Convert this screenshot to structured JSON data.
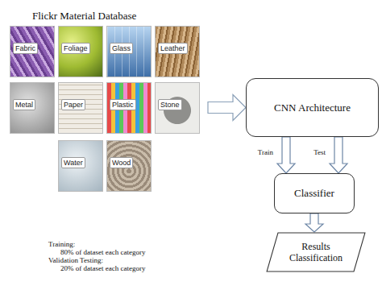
{
  "diagram": {
    "nodes": [
      {
        "text": [
          "Flickr Material Database"
        ]
      },
      {
        "text": [
          "Fabric"
        ],
        "in": 0
      },
      {
        "text": [
          "Foliage"
        ],
        "in": 0
      },
      {
        "text": [
          "Glass"
        ],
        "in": 0
      },
      {
        "text": [
          "Leather"
        ],
        "in": 0
      },
      {
        "text": [
          "Metal"
        ],
        "in": 0
      },
      {
        "text": [
          "Paper"
        ],
        "in": 0
      },
      {
        "text": [
          "Plastic"
        ],
        "in": 0
      },
      {
        "text": [
          "Stone"
        ],
        "in": 0
      },
      {
        "text": [
          "Water"
        ],
        "in": 0
      },
      {
        "text": [
          "Wood"
        ],
        "in": 0
      },
      {
        "text": [
          "CNN Architecture"
        ]
      },
      {
        "text": [
          "Classifier"
        ]
      },
      {
        "text": [
          "Results Classification"
        ]
      }
    ],
    "edges": [
      {
        "from": 0,
        "to": 11,
        "arrow": "to"
      },
      {
        "from": 11,
        "to": 12,
        "label": "Train",
        "arrow": "to"
      },
      {
        "from": 11,
        "to": 12,
        "label": "Test",
        "arrow": "to"
      },
      {
        "from": 12,
        "to": 13,
        "arrow": "to"
      }
    ],
    "labels": [
      "Training:",
      "80% of dataset each category",
      "Validation Testing:",
      "20% of dataset each category"
    ]
  }
}
